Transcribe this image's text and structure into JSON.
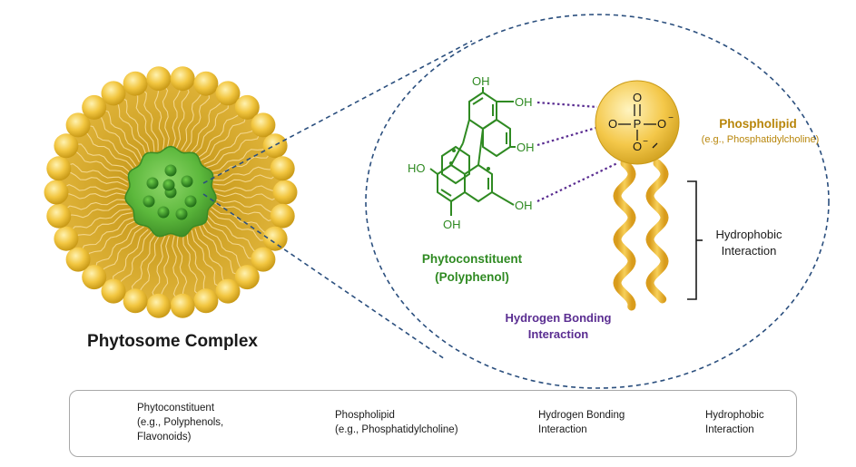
{
  "diagram": {
    "title": "Phytosome Complex",
    "phytoconstituent": {
      "line1": "Phytoconstituent",
      "line2": "(Polyphenol)"
    },
    "phospholipid": {
      "name": "Phospholipid",
      "sub": "(e.g., Phosphatidylcholine)"
    },
    "hydrophobic": {
      "line1": "Hydrophobic",
      "line2": "Interaction"
    },
    "hydrogen_bonding": {
      "line1": "Hydrogen Bonding",
      "line2": "Interaction"
    },
    "molecule_labels": {
      "oh_top": "OH",
      "oh_1": "OH",
      "oh_2": "OH",
      "oh_3": "OH",
      "ho_left": "HO",
      "oh_bottom": "OH",
      "o_top": "O",
      "o_left": "O",
      "p": "P",
      "o_right": "O",
      "o_bottom": "O",
      "minus": "−"
    }
  },
  "legend": {
    "phyto": {
      "line1": "Phytoconstituent",
      "line2": "(e.g., Polyphenols,",
      "line3": "Flavonoids)"
    },
    "phos": {
      "line1": "Phospholipid",
      "line2": "(e.g., Phosphatidylcholine)"
    },
    "hbond": {
      "line1": "Hydrogen Bonding",
      "line2": "Interaction"
    },
    "hydro": {
      "line1": "Hydrophobic",
      "line2": "Interaction"
    }
  },
  "colors": {
    "head": "#f2c640",
    "head_dark": "#c99a17",
    "tail": "#e8b93a",
    "core": "#5cb83c",
    "core_dark": "#2f7d1f",
    "molecule": "#2f8a22",
    "hbond": "#5a2d91",
    "zoom_line": "#2b4f7e"
  }
}
